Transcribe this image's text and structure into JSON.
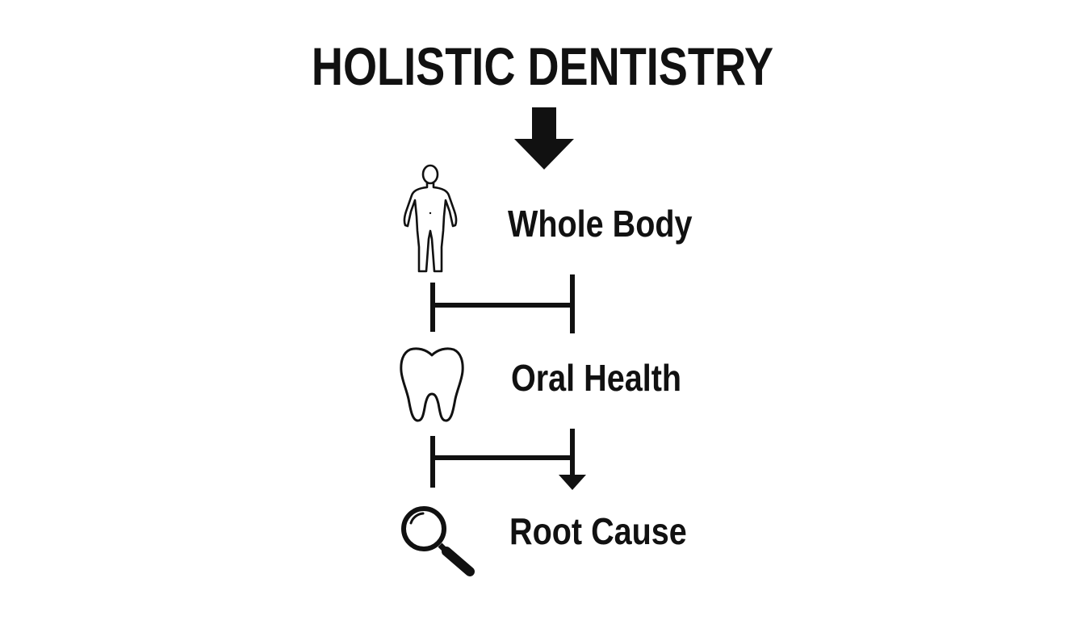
{
  "diagram": {
    "title": "HOLISTIC DENTISTRY",
    "steps": [
      {
        "label": "Whole Body",
        "icon": "human-body-icon"
      },
      {
        "label": "Oral Health",
        "icon": "tooth-icon"
      },
      {
        "label": "Root Cause",
        "icon": "magnifying-glass-icon"
      }
    ],
    "colors": {
      "ink": "#111111",
      "background": "#ffffff"
    }
  }
}
